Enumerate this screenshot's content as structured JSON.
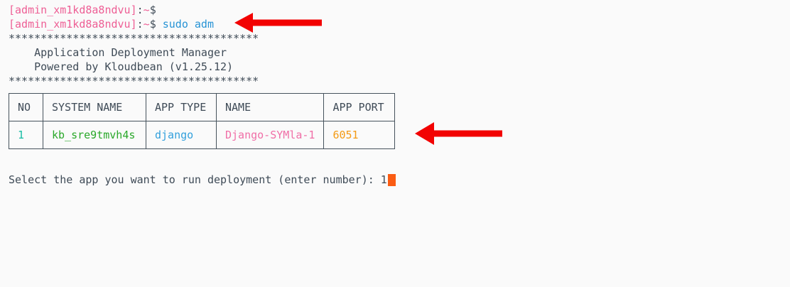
{
  "terminal": {
    "prompt1": {
      "user": "[admin_xm1kd8a8ndvu]",
      "colon": ":",
      "tilde": "~",
      "dollar": "$"
    },
    "prompt2": {
      "user": "[admin_xm1kd8a8ndvu]",
      "colon": ":",
      "tilde": "~",
      "dollar": "$",
      "command": " sudo adm"
    },
    "banner": {
      "stars": "***************************************",
      "title": "    Application Deployment Manager",
      "subtitle": "    Powered by Kloudbean (v1.25.12)"
    },
    "table": {
      "headers": [
        "NO",
        "SYSTEM NAME",
        "APP TYPE",
        "NAME",
        "APP PORT"
      ],
      "rows": [
        {
          "no": "1",
          "system_name": "kb_sre9tmvh4s",
          "app_type": "django",
          "name": "Django-SYMla-1",
          "app_port": "6051"
        }
      ]
    },
    "select_prompt": "Select the app you want to run deployment (enter number): ",
    "input_value": "1"
  },
  "icons": {
    "arrow1": "red-arrow-left-icon",
    "arrow2": "red-arrow-left-icon"
  },
  "colors": {
    "background": "#fafafa",
    "foreground": "#3f4b57",
    "prompt_pink": "#ee5f95",
    "command_blue": "#2793d5",
    "row_no_teal": "#17bca4",
    "system_name_green": "#2aa82a",
    "app_type_blue": "#33a0dc",
    "name_pink": "#f06fa7",
    "port_orange": "#f49b15",
    "cursor_orange": "#fa5c13",
    "arrow_red": "#f20202",
    "table_border": "#46525c"
  }
}
